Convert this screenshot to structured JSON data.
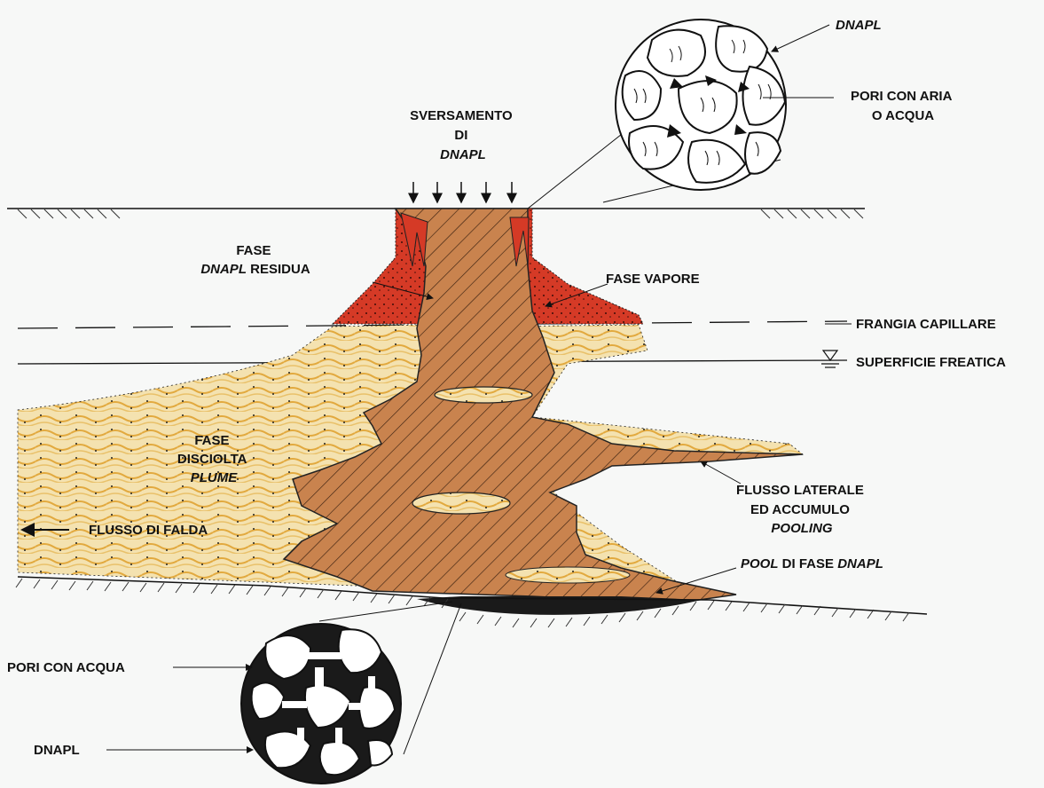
{
  "labels": {
    "spill": [
      "SVERSAMENTO",
      "DI",
      "DNAPL"
    ],
    "dnapl_top": "DNAPL",
    "pores_air_water": [
      "PORI CON ARIA",
      "O ACQUA"
    ],
    "residual_phase": {
      "line1": "FASE",
      "line2_italic": "DNAPL",
      "line2_rest": " RESIDUA"
    },
    "vapor_phase": "FASE VAPORE",
    "capillary_fringe": "FRANGIA CAPILLARE",
    "water_table": "SUPERFICIE FREATICA",
    "dissolved_phase": [
      "FASE",
      "DISCIOLTA",
      "PLUME"
    ],
    "groundwater_flow": "FLUSSO DI FALDA",
    "lateral_flow": [
      "FLUSSO LATERALE",
      "ED ACCUMULO",
      "POOLING"
    ],
    "pool": {
      "italic1": "POOL",
      "mid": " DI FASE ",
      "italic2": "DNAPL"
    },
    "pores_water": "PORI CON ACQUA",
    "dnapl_bottom": "DNAPL"
  },
  "colors": {
    "background": "#f7f8f7",
    "source_zone": "#c9834e",
    "vapor_zone": "#d53a26",
    "dissolved_plume": "#e9c16a",
    "line": "#1a1a1a"
  }
}
